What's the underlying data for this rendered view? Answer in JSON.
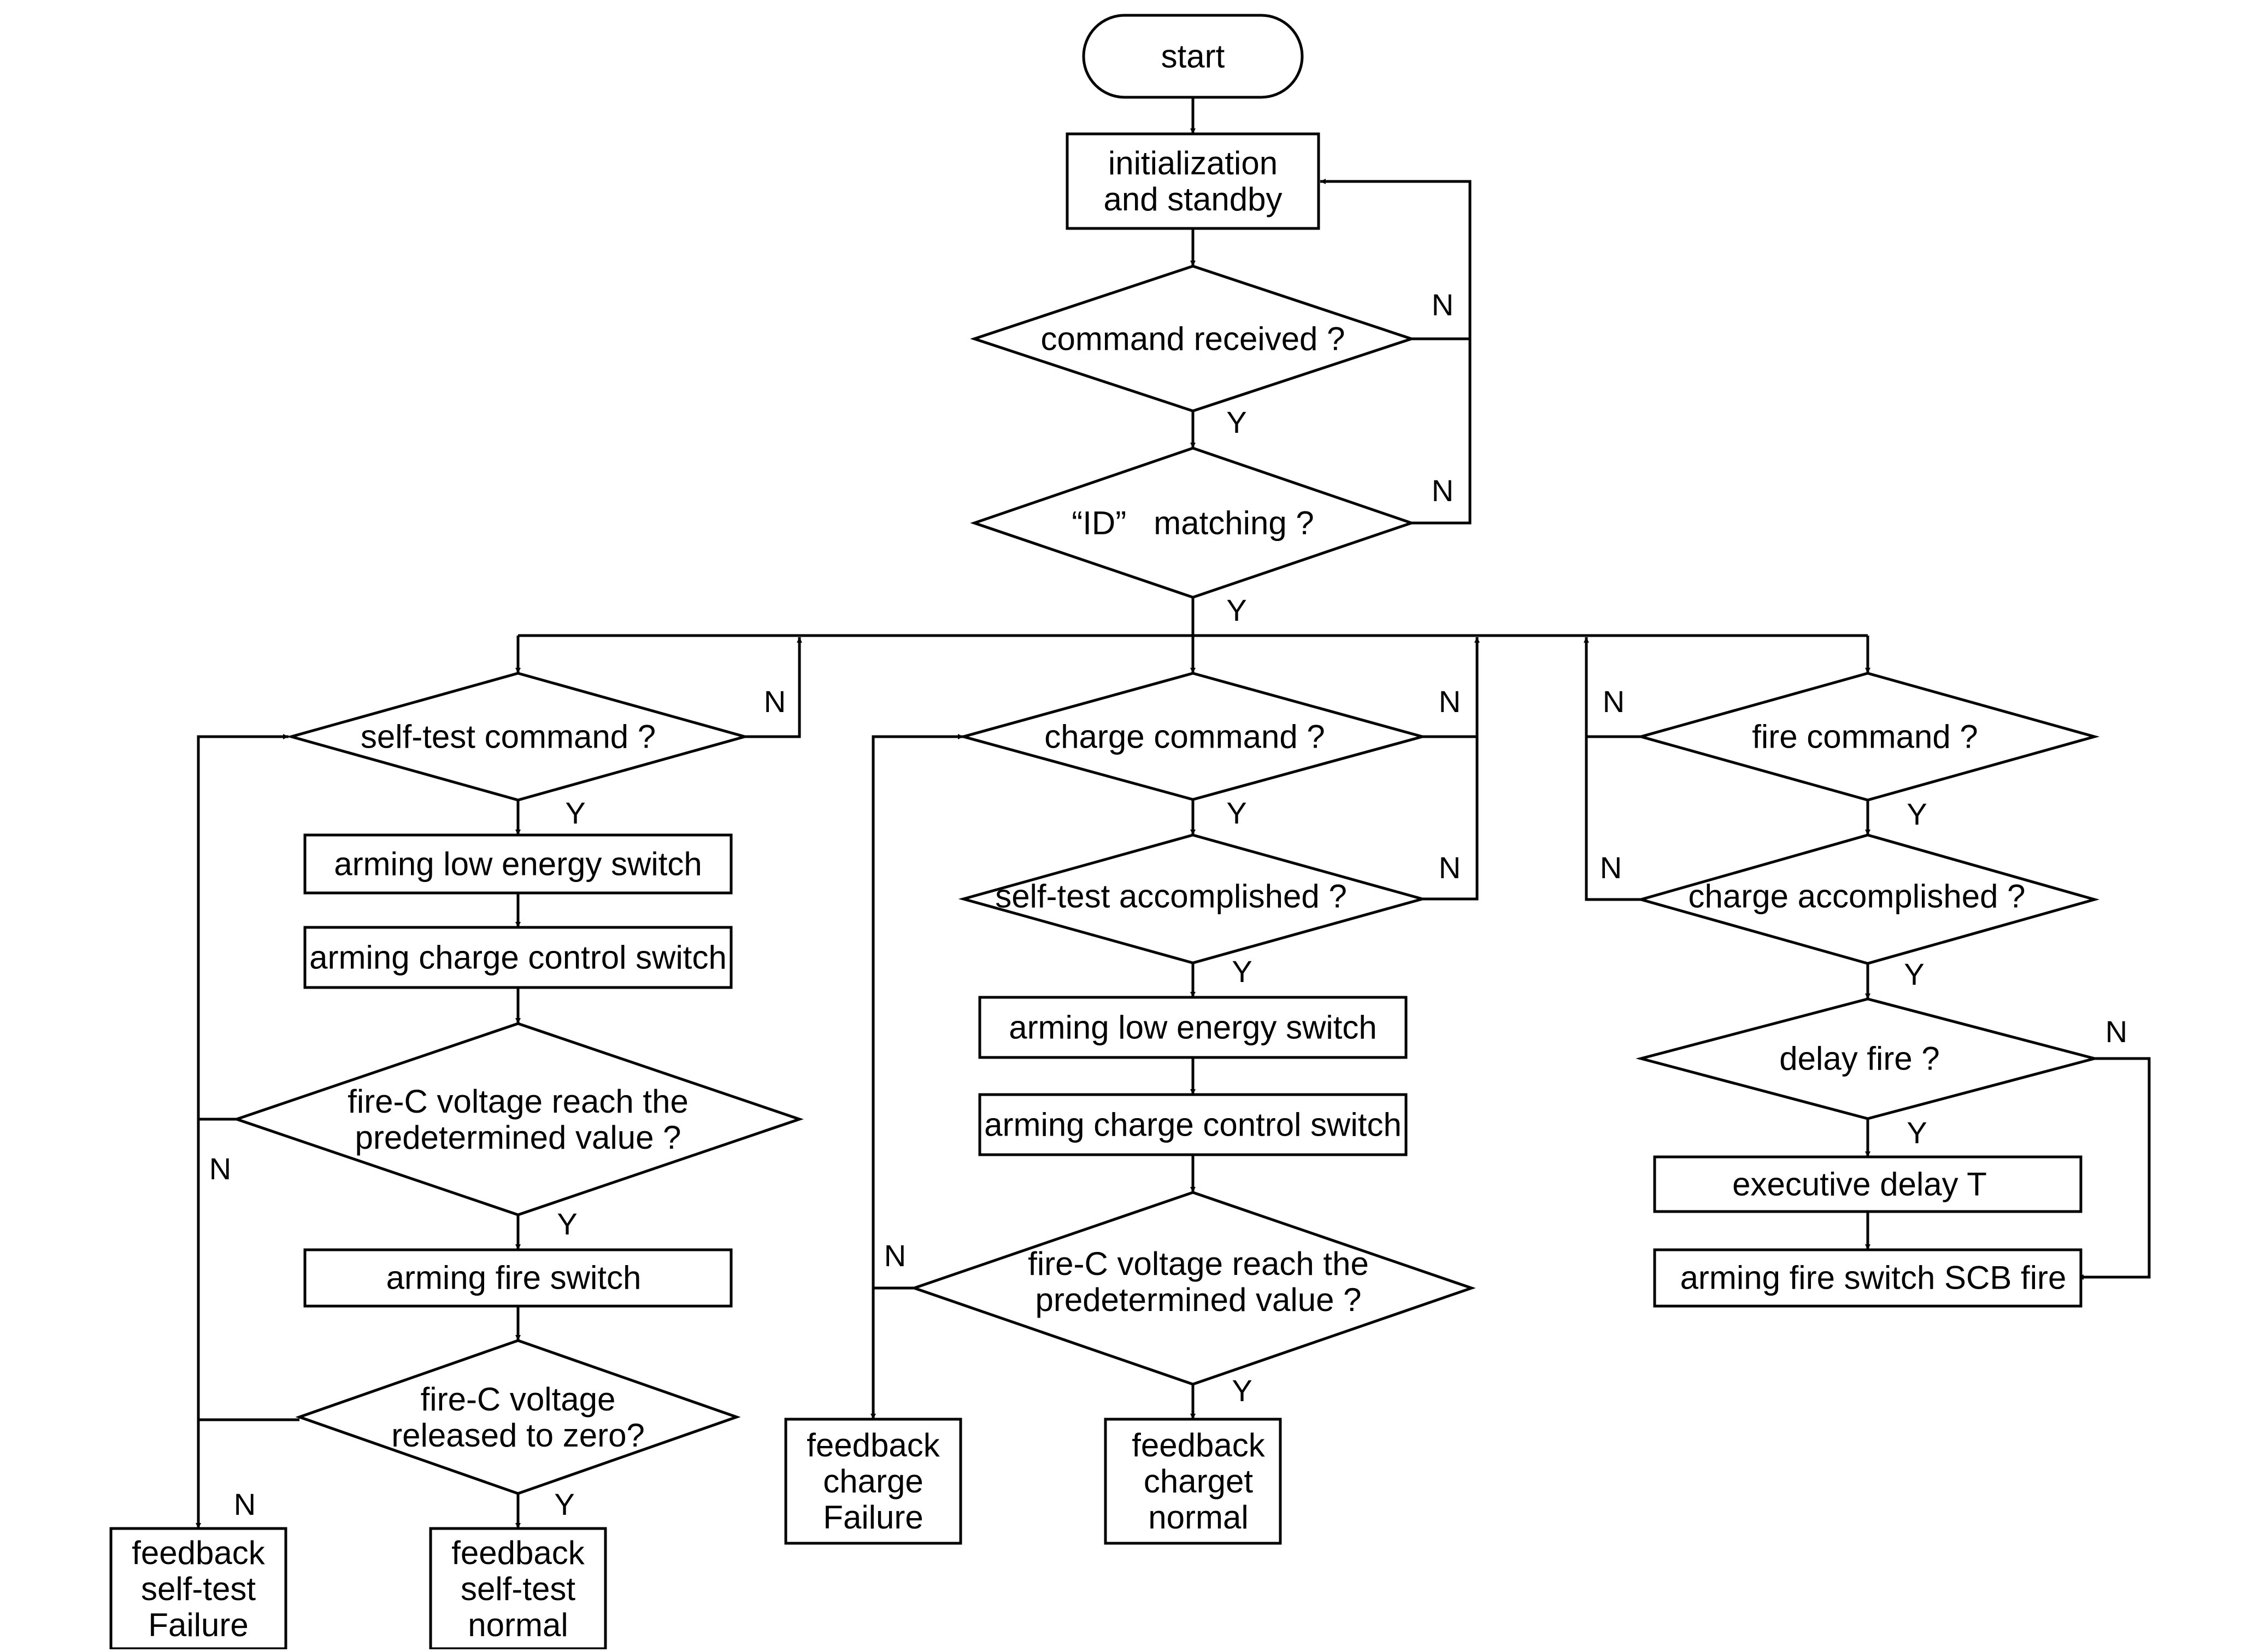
{
  "nodes": {
    "start": "start",
    "init": [
      "initialization",
      "and standby"
    ],
    "cmd_received": "command received ?",
    "id_matching": "“ID”   matching ?",
    "selftest_cmd": "self-test command ?",
    "st_arm_low": "arming low energy switch",
    "st_arm_charge": "arming charge control switch",
    "st_voltage": [
      "fire-C voltage reach the",
      "predetermined value ?"
    ],
    "st_arm_fire": "arming fire switch",
    "st_released": [
      "fire-C voltage",
      "released to zero?"
    ],
    "fb_st_fail": [
      "feedback",
      "self-test",
      "Failure"
    ],
    "fb_st_normal": [
      "feedback",
      "self-test",
      "normal"
    ],
    "charge_cmd": "charge command ?",
    "selftest_done": "self-test accomplished ?",
    "ch_arm_low": "arming low energy switch",
    "ch_arm_charge": "arming charge control switch",
    "ch_voltage": [
      "fire-C voltage reach the",
      "predetermined value ?"
    ],
    "fb_ch_fail": [
      "feedback",
      "charge",
      "Failure"
    ],
    "fb_ch_normal": [
      "feedback",
      "charget",
      "normal"
    ],
    "fire_cmd": "fire command ?",
    "charge_done": "charge accomplished ?",
    "delay_fire": "delay fire ?",
    "exec_delay": "executive delay T",
    "arm_fire_scb": "arming fire switch SCB fire"
  },
  "labels": {
    "yes": "Y",
    "no": "N"
  }
}
